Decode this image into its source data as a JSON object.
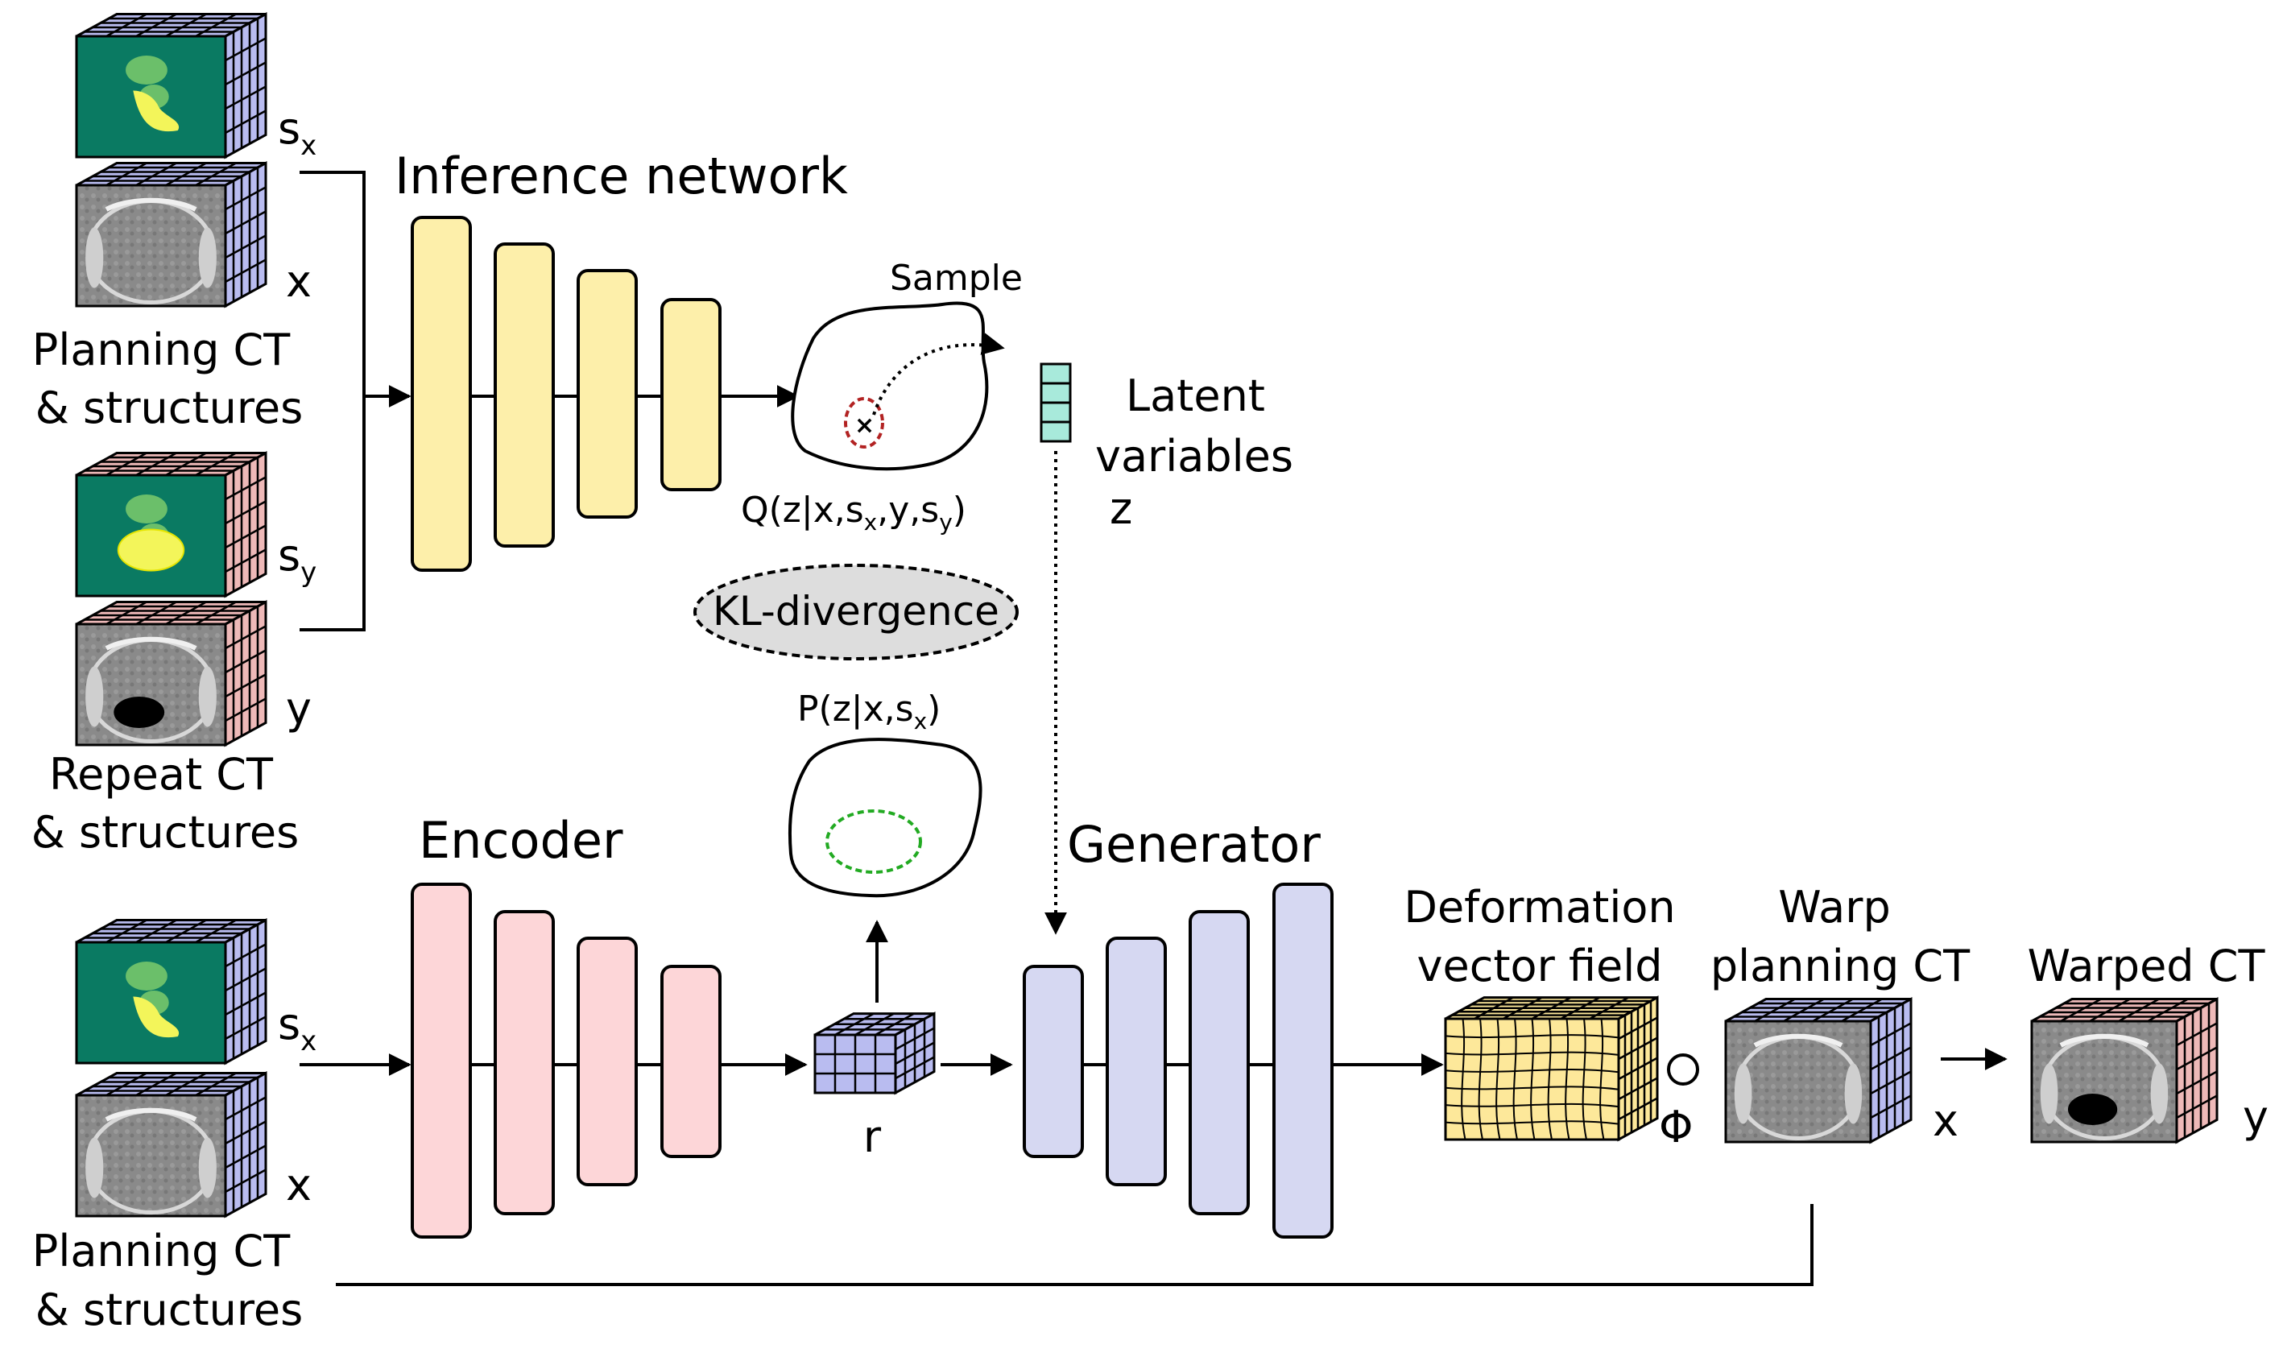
{
  "inference": {
    "title": "Inference network",
    "sample_label": "Sample",
    "latent_label_1": "Latent",
    "latent_label_2": "variables",
    "latent_symbol": "z",
    "q_label": "Q(z|x,s",
    "q_sub_x": "x",
    "q_mid": ",y,s",
    "q_sub_y": "y",
    "q_end": ")"
  },
  "kl": {
    "label": "KL-divergence"
  },
  "prior": {
    "p_label": "P(z|x,s",
    "p_sub_x": "x",
    "p_end": ")"
  },
  "inputs_top": {
    "sx_main": "s",
    "sx_sub": "x",
    "x_label": "x",
    "group_label_1": "Planning CT",
    "group_label_2": "& structures",
    "sy_main": "s",
    "sy_sub": "y",
    "y_label": "y",
    "repeat_label_1": "Repeat CT",
    "repeat_label_2": "& structures"
  },
  "inputs_bottom": {
    "sx_main": "s",
    "sx_sub": "x",
    "x_label": "x",
    "group_label_1": "Planning CT",
    "group_label_2": "& structures"
  },
  "encoder": {
    "title": "Encoder",
    "r_label": "r"
  },
  "generator": {
    "title": "Generator"
  },
  "dvf": {
    "label_1": "Deformation",
    "label_2": "vector field",
    "phi": "Φ",
    "compose": "∘"
  },
  "warp": {
    "label_1": "Warp",
    "label_2": "planning CT",
    "x_label": "x"
  },
  "warped": {
    "label": "Warped CT",
    "y_label": "y"
  },
  "colors": {
    "inference_block": "#fdefaa",
    "encoder_block": "#fdd6d8",
    "generator_block": "#d6d8f2",
    "cube_blue": "#b9bcf0",
    "cube_red": "#eeb9b8",
    "cube_yellow": "#fde89a",
    "latent_teal": "#a8eadb",
    "structure_bg": "#0a7a62",
    "structure_green": "#6bbf6a",
    "structure_yellow": "#f3f55a",
    "kl_fill": "#dddddd",
    "posterior_ring": "#b22222",
    "prior_ring": "#22aa22"
  }
}
